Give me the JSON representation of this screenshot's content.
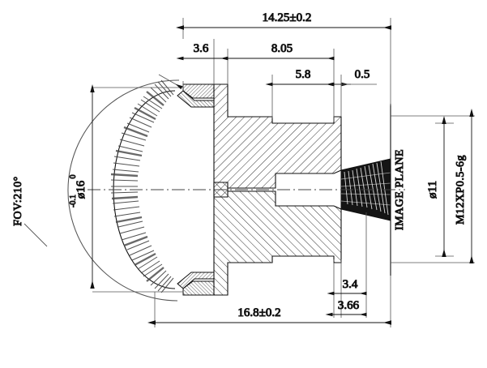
{
  "drawing": {
    "type": "engineering-cross-section",
    "subject": "fisheye lens assembly",
    "units": "mm",
    "line_color": "#1a1a1a",
    "hatch_color": "#333333",
    "background": "#ffffff"
  },
  "dimensions": {
    "overall_length": "14.25±0.2",
    "front_flange": "3.6",
    "body_length": "8.05",
    "thread_length": "5.8",
    "step": "0.5",
    "rear_a": "3.4",
    "rear_b": "3.66",
    "front_diameter": "ø16",
    "front_tol_upper": "0",
    "front_tol_lower": "-0.1",
    "barrel_diameter": "ø11",
    "total_height": "16.8±0.2"
  },
  "labels": {
    "fov": "FOV:210°",
    "image_plane": "IMAGE PLANE",
    "thread": "M12XP0.5-6g"
  }
}
